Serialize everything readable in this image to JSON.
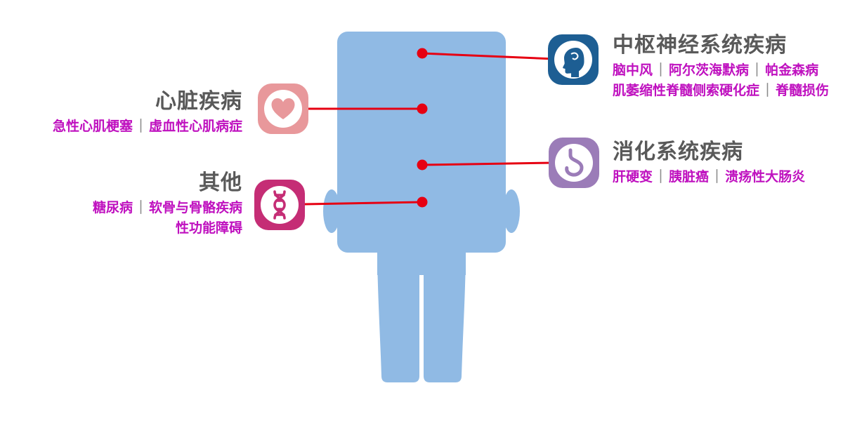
{
  "separator": "｜",
  "colors": {
    "red": "#E60012",
    "body-blue": "#90BAE4",
    "title-gray": "#595959",
    "item-magenta": "#BF10BF",
    "separator-gray": "#8A8A8A",
    "cns-blue": "#1D5E93",
    "heart-salmon": "#E8989B",
    "digest-purple": "#9B7CB8",
    "other-magenta": "#C52D75"
  },
  "groups": [
    {
      "id": "central-nervous-system",
      "title": "中枢神经系统疾病",
      "icon": "brain-icon",
      "side": "right",
      "lines": [
        [
          "脑中风",
          "阿尔茨海默病",
          "帕金森病"
        ],
        [
          "肌萎缩性脊髓侧索硬化症",
          "脊髓损伤"
        ]
      ]
    },
    {
      "id": "heart-disease",
      "title": "心脏疾病",
      "icon": "heart-icon",
      "side": "left",
      "lines": [
        [
          "急性心肌梗塞",
          "虚血性心肌病症"
        ]
      ]
    },
    {
      "id": "digestive-system",
      "title": "消化系统疾病",
      "icon": "stomach-icon",
      "side": "right",
      "lines": [
        [
          "肝硬变",
          "胰脏癌",
          "溃疡性大肠炎"
        ]
      ]
    },
    {
      "id": "other",
      "title": "其他",
      "icon": "dna-icon",
      "side": "left",
      "lines": [
        [
          "糖尿病",
          "软骨与骨骼疾病"
        ],
        [
          "性功能障碍"
        ]
      ]
    }
  ]
}
